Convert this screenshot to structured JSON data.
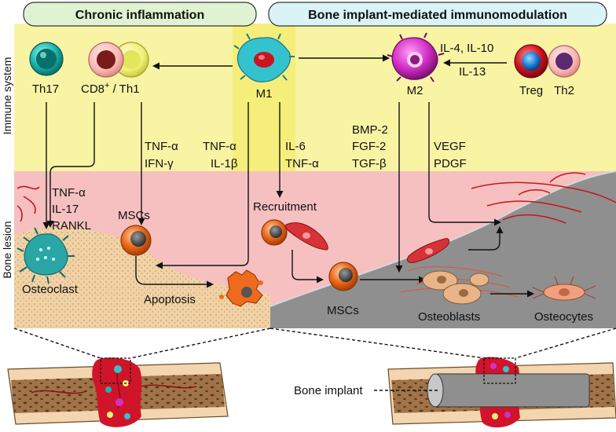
{
  "headers": {
    "left": "Chronic inflammation",
    "right": "Bone implant-mediated immunomodulation"
  },
  "side_labels": {
    "immune": "Immune system",
    "bone": "Bone lesion"
  },
  "cells": {
    "th17": "Th17",
    "cd8_th1_pre": "CD8",
    "cd8_th1_sup": "+",
    "cd8_th1_post": " / Th1",
    "m1": "M1",
    "m2": "M2",
    "treg": "Treg",
    "th2": "Th2",
    "mscs_left": "MSCs",
    "recruitment": "Recruitment",
    "osteoclast": "Osteoclast",
    "apoptosis": "Apoptosis",
    "mscs_center": "MSCs",
    "osteoblasts": "Osteoblasts",
    "osteocytes": "Osteocytes",
    "bone_implant": "Bone implant"
  },
  "cytokines": {
    "il4_il10": "IL-4, IL-10",
    "il13": "IL-13",
    "tnfa_1": "TNF-α",
    "ifng": "IFN-γ",
    "tnfa_2": "TNF-α",
    "il1b": "IL-1β",
    "il6": "IL-6",
    "tnfa_3": "TNF-α",
    "bmp2": "BMP-2",
    "fgf2": "FGF-2",
    "tgfb": "TGF-β",
    "vegf": "VEGF",
    "pdgf": "PDGF",
    "tnfa_4": "TNF-α",
    "il17": "IL-17",
    "rankl": "RANKL"
  },
  "colors": {
    "immune_bg": "#f9f3a4",
    "lesion_bg": "#f6c0c0",
    "bone_tissue": "#f0d2a6",
    "implant_gray": "#8f8f8f",
    "header_left": "#dff3d2",
    "header_right": "#d9f3f7",
    "vessel_red": "#c8141e"
  }
}
